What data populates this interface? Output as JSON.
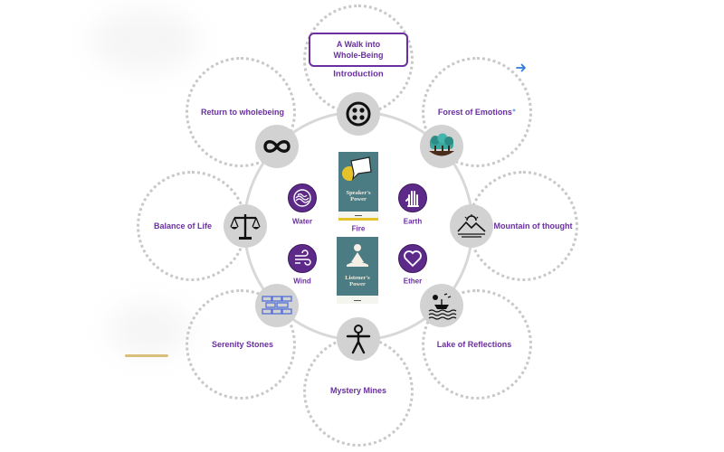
{
  "title_box": {
    "line1": "A Walk into",
    "line2": "Whole-Being"
  },
  "introduction": "Introduction",
  "outer_circles": [
    {
      "label": "Return to wholebeing"
    },
    {
      "label": "Forest of Emotions",
      "suffix": "⁺"
    },
    {
      "label": "Mountain of thought"
    },
    {
      "label": "Lake of Reflections"
    },
    {
      "label": "Mystery Mines"
    },
    {
      "label": "Serenity Stones"
    },
    {
      "label": "Balance of Life"
    }
  ],
  "ring_nodes": [
    {
      "icon": "four-dots-circle-icon"
    },
    {
      "icon": "infinity-icon"
    },
    {
      "icon": "forest-icon"
    },
    {
      "icon": "mountain-sun-icon"
    },
    {
      "icon": "balance-scale-icon"
    },
    {
      "icon": "lake-boat-icon"
    },
    {
      "icon": "stone-wall-icon"
    },
    {
      "icon": "human-figure-icon"
    }
  ],
  "elements": [
    {
      "label": "Water",
      "icon": "water-waves-icon"
    },
    {
      "label": "Earth",
      "icon": "hand-icon"
    },
    {
      "label": "Wind",
      "icon": "wind-icon"
    },
    {
      "label": "Ether",
      "icon": "heart-icon"
    }
  ],
  "books": [
    {
      "title_line1": "Speaker's",
      "title_line2": "Power",
      "label": "Fire"
    },
    {
      "title_line1": "Listener's",
      "title_line2": "Power",
      "label": ""
    }
  ],
  "colors": {
    "purple": "#6a2fa0",
    "dark_purple": "#5e2a8a",
    "node_gray": "#d2d2d2",
    "dotted_gray": "#c8c8c8",
    "book_teal": "#4b7b83",
    "arrow_blue": "#2f7ad9"
  },
  "nav": {
    "arrow_icon": "arrow-right-icon"
  }
}
